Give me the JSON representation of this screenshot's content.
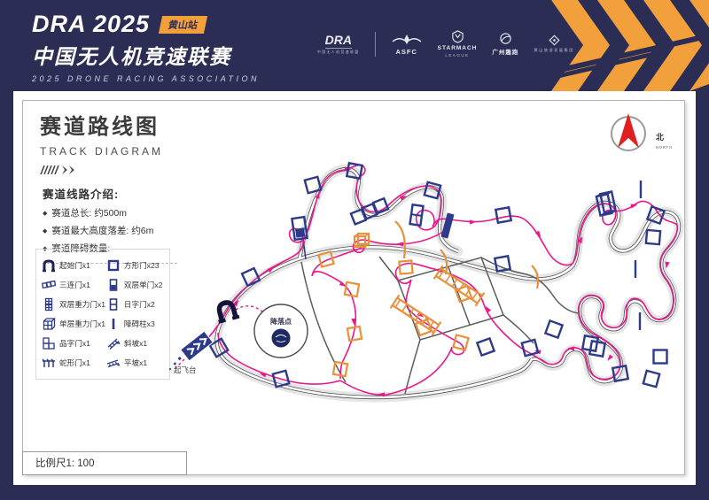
{
  "header": {
    "brand": {
      "title": "DRA 2025",
      "station_badge": "黄山站",
      "title_cn": "中国无人机竞速联赛",
      "subtitle_en": "2025 DRONE RACING ASSOCIATION"
    },
    "partners": {
      "dra": {
        "name": "DRA",
        "tagline": "中国无人机竞速联盟"
      },
      "asfc": {
        "name": "ASFC"
      },
      "starmach": {
        "name": "STARMACH",
        "sub": "LEAGUE"
      },
      "qupao": {
        "name": "广州趣跑"
      },
      "huangshan": {
        "name": "黄山旅游发展集团"
      }
    }
  },
  "main": {
    "title": "赛道路线图",
    "subtitle": "TRACK DIAGRAM",
    "intro": {
      "heading": "赛道线路介绍:",
      "bullets": [
        "赛道总长: 约500m",
        "赛道最大高度落差: 约6m",
        "赛道障碍数量:"
      ]
    },
    "legend": {
      "items": [
        {
          "icon": "start-gate-icon",
          "label": "起始门x1"
        },
        {
          "icon": "square-gate-icon",
          "label": "方形门x23"
        },
        {
          "icon": "triple-gate-icon",
          "label": "三连门x1"
        },
        {
          "icon": "double-single-gate-icon",
          "label": "双层单门x2"
        },
        {
          "icon": "double-gravity-gate-icon",
          "label": "双层重力门x1"
        },
        {
          "icon": "sun-gate-icon",
          "label": "日字门x2"
        },
        {
          "icon": "single-gravity-gate-icon",
          "label": "单层重力门x1"
        },
        {
          "icon": "pillar-icon",
          "label": "障碍柱x3"
        },
        {
          "icon": "pin-gate-icon",
          "label": "品字门x1"
        },
        {
          "icon": "ramp-icon",
          "label": "斜坡x1"
        },
        {
          "icon": "snake-gate-icon",
          "label": "蛇形门x1"
        },
        {
          "icon": "flat-ramp-icon",
          "label": "平坡x1"
        }
      ]
    },
    "compass": {
      "label_cn": "北",
      "label_en": "NORTH"
    },
    "track": {
      "landing_label": "降落点",
      "takeoff_label": "起飞台"
    },
    "scale": "比例尺1: 100"
  },
  "colors": {
    "navy": "#2B2D55",
    "orange": "#F2A03C",
    "route_pink": "#EC168C",
    "gate_navy": "#2D3A8C",
    "gate_orange": "#E8913A"
  }
}
